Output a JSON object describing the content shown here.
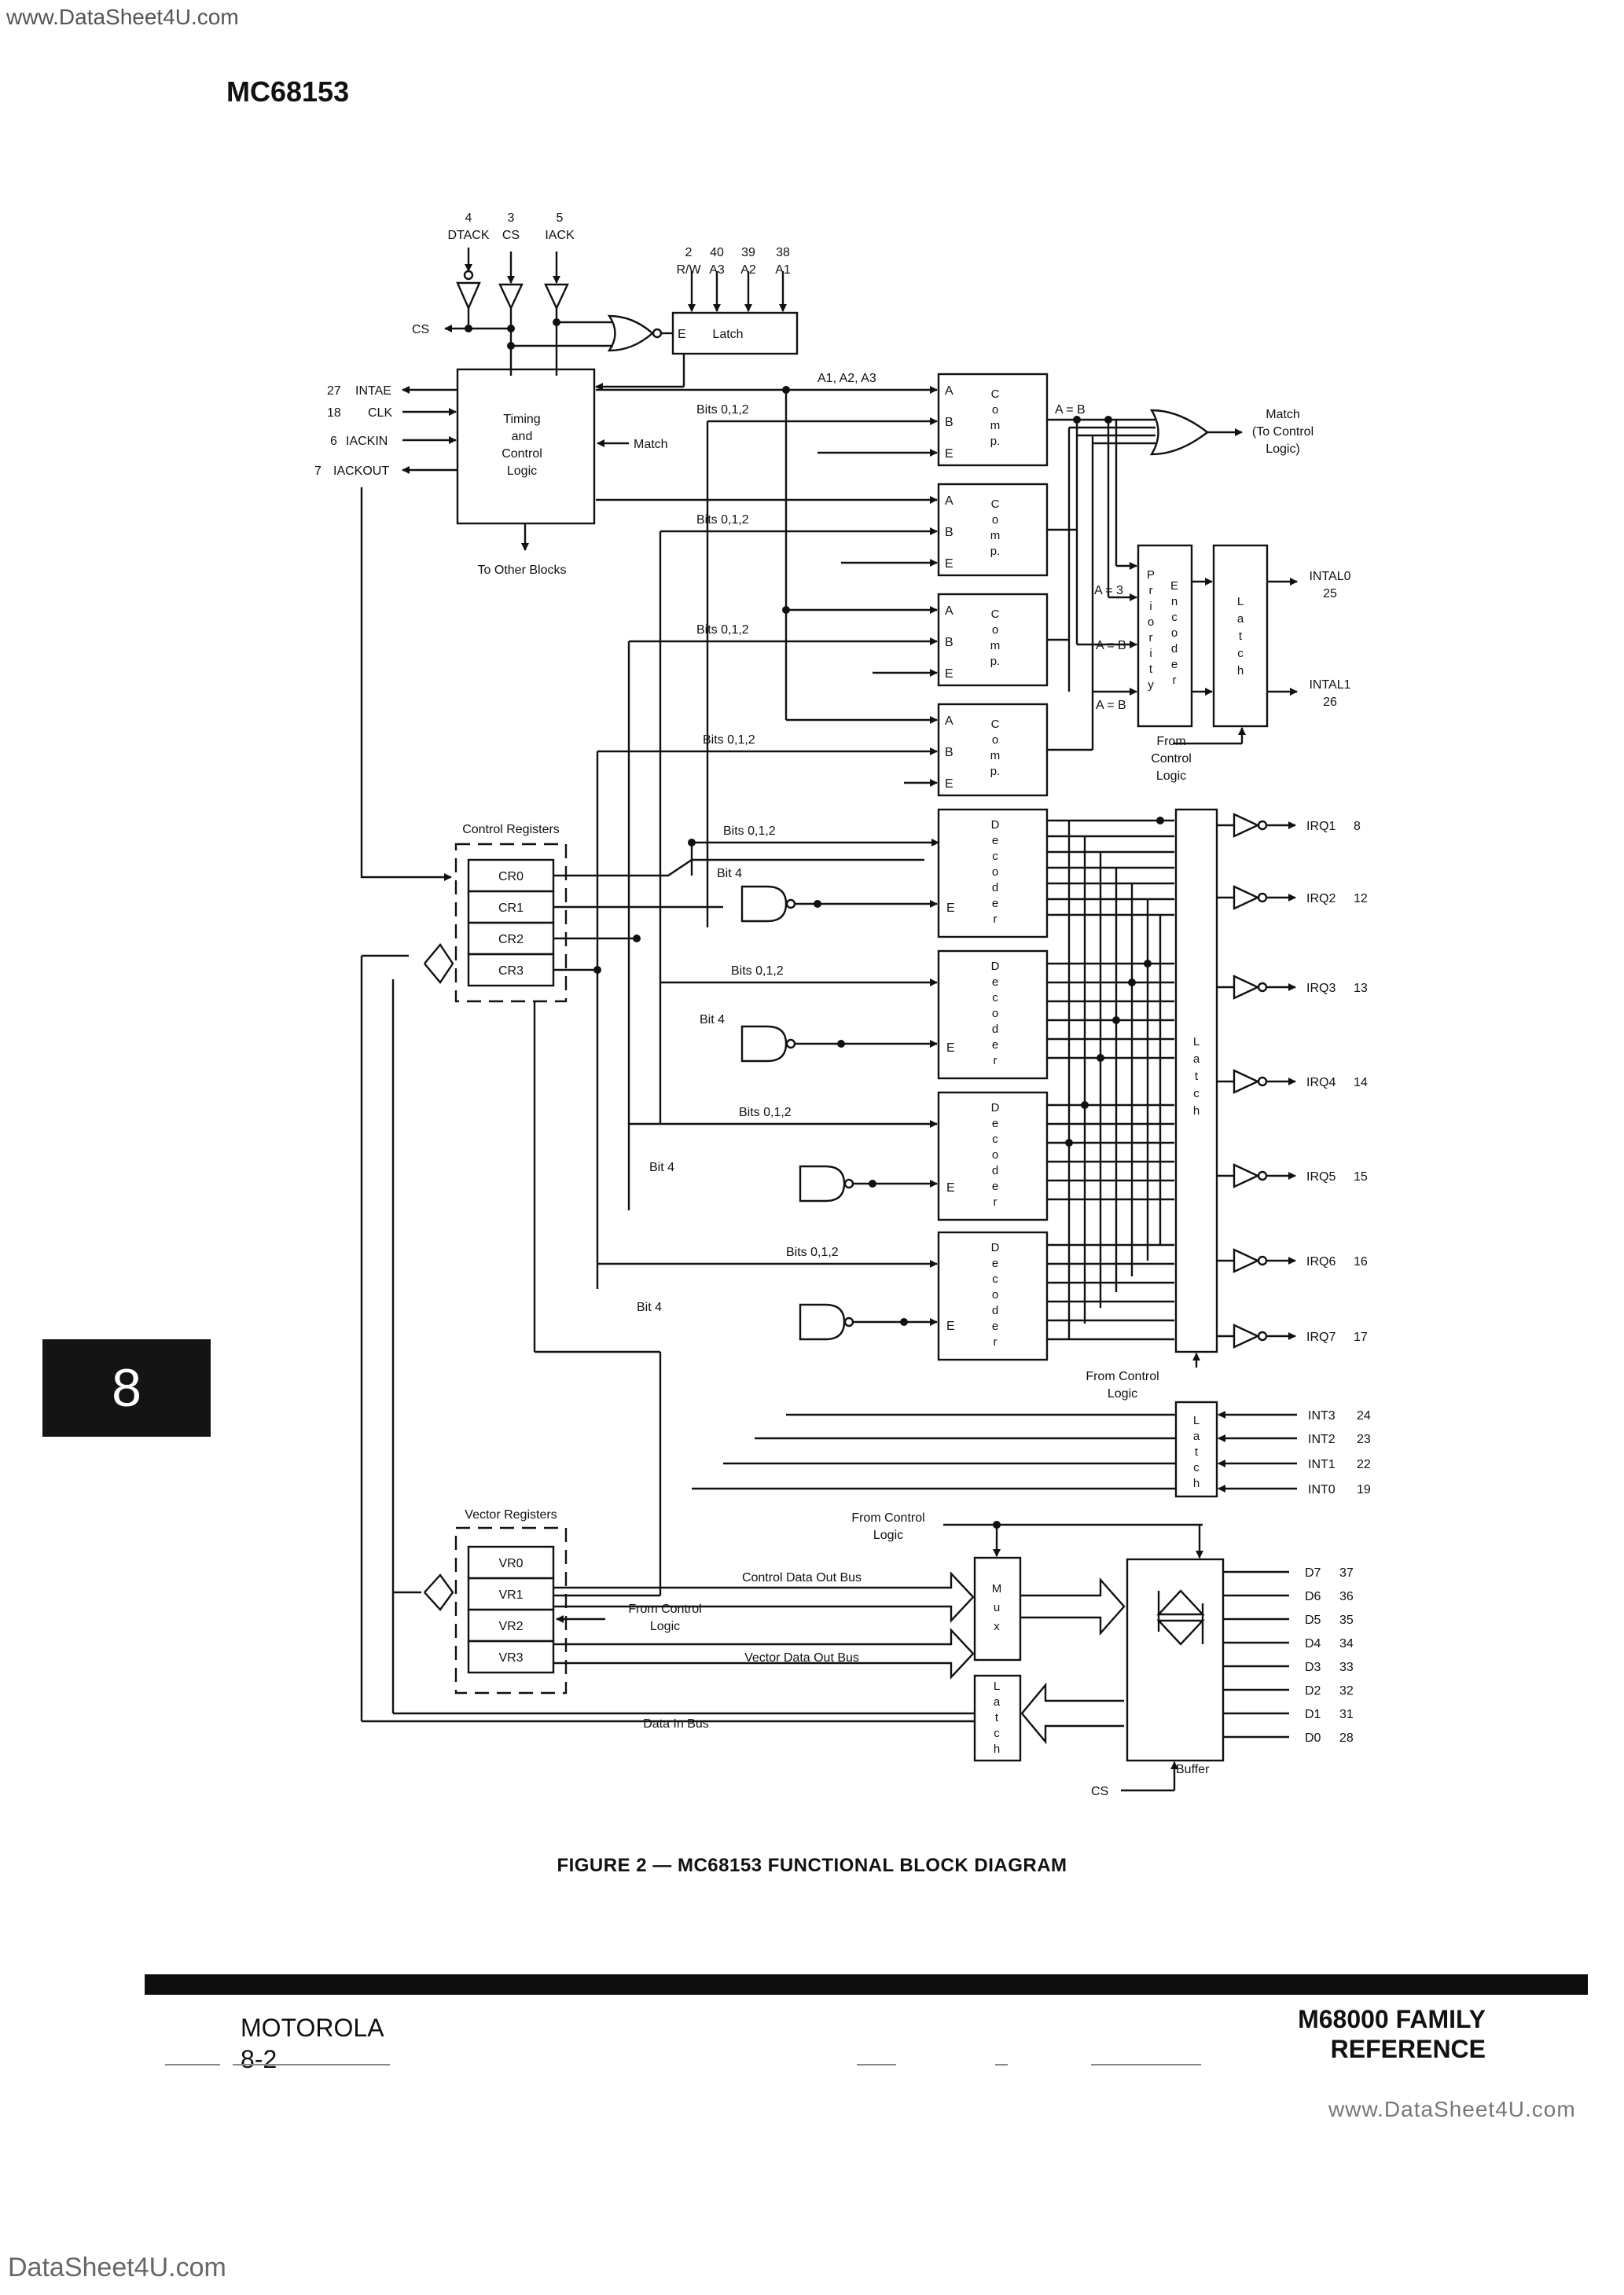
{
  "watermark_top": "www.DataSheet4U.com",
  "watermark_bottom": "DataSheet4U.com",
  "watermark_bottom_right": "www.DataSheet4U.com",
  "header_title": "MC68153",
  "section_tab": "8",
  "caption": "FIGURE 2 — MC68153 FUNCTIONAL BLOCK DIAGRAM",
  "footer": {
    "left_line1": "MOTOROLA",
    "left_line2": "8-2",
    "right_line1": "M68000 FAMILY",
    "right_line2": "REFERENCE"
  },
  "diagram": {
    "top_pins": [
      {
        "num": "4",
        "name": "DTACK"
      },
      {
        "num": "3",
        "name": "CS"
      },
      {
        "num": "5",
        "name": "IACK"
      }
    ],
    "addr_pins": [
      {
        "num": "2",
        "name": "R/W"
      },
      {
        "num": "40",
        "name": "A3"
      },
      {
        "num": "39",
        "name": "A2"
      },
      {
        "num": "38",
        "name": "A1"
      }
    ],
    "latch_label": "Latch",
    "latch_enable": "E",
    "cs_out": "CS",
    "left_pins": [
      {
        "num": "27",
        "name": "INTAE"
      },
      {
        "num": "18",
        "name": "CLK"
      },
      {
        "num": "6",
        "name": "IACKIN"
      },
      {
        "num": "7",
        "name": "IACKOUT"
      }
    ],
    "timing_block": [
      "Timing",
      "and",
      "Control",
      "Logic"
    ],
    "match_in": "Match",
    "to_other_blocks": "To Other Blocks",
    "addr_bus": "A1, A2, A3",
    "bits012": "Bits 0,1,2",
    "bit4": "Bit 4",
    "comp_inputs": [
      "A",
      "B",
      "E"
    ],
    "comp_letters": [
      "C",
      "o",
      "m",
      "p."
    ],
    "a_eq_b": "A = B",
    "a_eq_3": "A = 3",
    "match_out": [
      "Match",
      "(To Control",
      "Logic)"
    ],
    "priority_encoder_left": [
      "P",
      "r",
      "i",
      "o",
      "r",
      "i",
      "t",
      "y"
    ],
    "priority_encoder_right": [
      "E",
      "n",
      "c",
      "o",
      "d",
      "e",
      "r"
    ],
    "latch_letters": [
      "L",
      "a",
      "t",
      "c",
      "h"
    ],
    "intal_pins": [
      {
        "name": "INTAL0",
        "num": "25"
      },
      {
        "name": "INTAL1",
        "num": "26"
      }
    ],
    "from_control_logic": [
      "From",
      "Control",
      "Logic"
    ],
    "from_control_logic2": [
      "From Control",
      "Logic"
    ],
    "control_registers_title": "Control Registers",
    "control_registers": [
      "CR0",
      "CR1",
      "CR2",
      "CR3"
    ],
    "vector_registers_title": "Vector Registers",
    "vector_registers": [
      "VR0",
      "VR1",
      "VR2",
      "VR3"
    ],
    "decoder_letters": [
      "D",
      "e",
      "c",
      "o",
      "d",
      "e",
      "r"
    ],
    "irq_pins": [
      {
        "name": "IRQ1",
        "num": "8"
      },
      {
        "name": "IRQ2",
        "num": "12"
      },
      {
        "name": "IRQ3",
        "num": "13"
      },
      {
        "name": "IRQ4",
        "num": "14"
      },
      {
        "name": "IRQ5",
        "num": "15"
      },
      {
        "name": "IRQ6",
        "num": "16"
      },
      {
        "name": "IRQ7",
        "num": "17"
      }
    ],
    "int_pins": [
      {
        "name": "INT3",
        "num": "24"
      },
      {
        "name": "INT2",
        "num": "23"
      },
      {
        "name": "INT1",
        "num": "22"
      },
      {
        "name": "INT0",
        "num": "19"
      }
    ],
    "mux_letters": [
      "M",
      "u",
      "x"
    ],
    "control_data_out_bus": "Control Data Out Bus",
    "vector_data_out_bus": "Vector Data Out Bus",
    "data_in_bus": "Data In Bus",
    "buffer_label": "Buffer",
    "data_pins": [
      {
        "name": "D7",
        "num": "37"
      },
      {
        "name": "D6",
        "num": "36"
      },
      {
        "name": "D5",
        "num": "35"
      },
      {
        "name": "D4",
        "num": "34"
      },
      {
        "name": "D3",
        "num": "33"
      },
      {
        "name": "D2",
        "num": "32"
      },
      {
        "name": "D1",
        "num": "31"
      },
      {
        "name": "D0",
        "num": "28"
      }
    ]
  }
}
